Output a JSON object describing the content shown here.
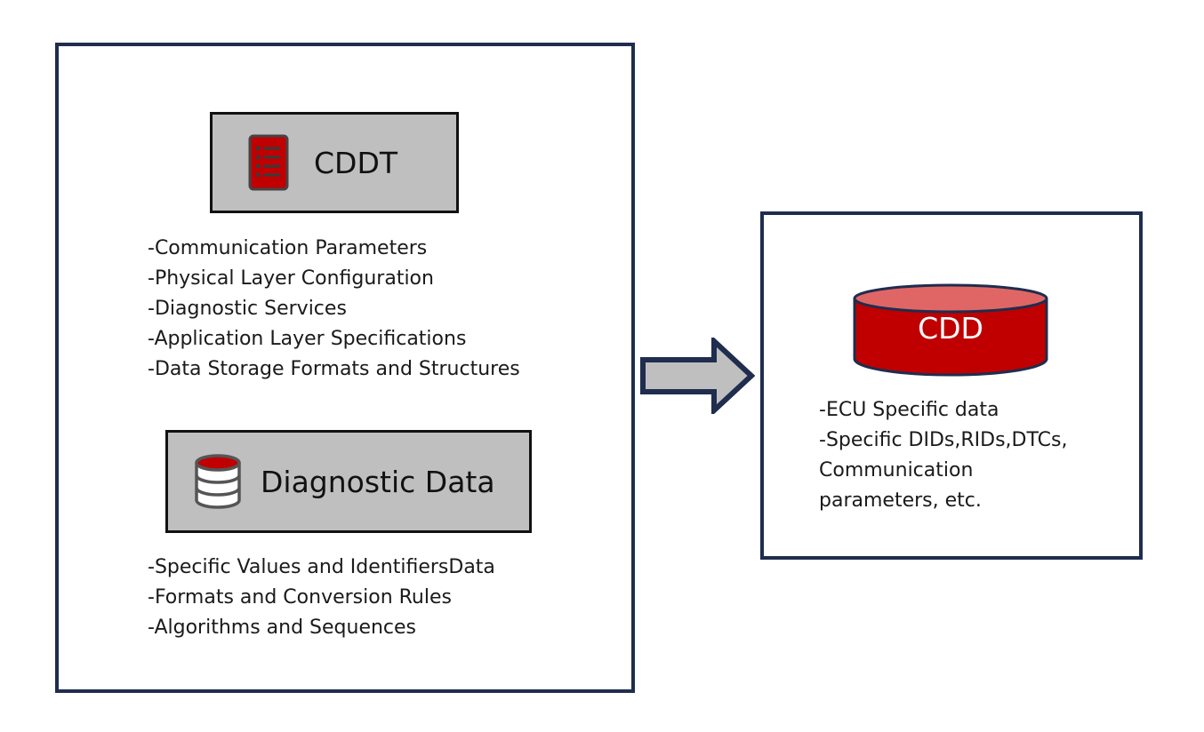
{
  "left_panel": {
    "cddt": {
      "title": "CDDT",
      "icon": "server-icon",
      "items": [
        "-Communication Parameters",
        "-Physical Layer Configuration",
        "-Diagnostic Services",
        "-Application Layer Specifications",
        "-Data Storage Formats and Structures"
      ]
    },
    "diagnostic_data": {
      "title": "Diagnostic Data",
      "icon": "database-icon",
      "items": [
        "-Specific Values and IdentifiersData",
        "-Formats and Conversion Rules",
        "-Algorithms and Sequences"
      ]
    }
  },
  "right_panel": {
    "cdd": {
      "title": "CDD",
      "icon": "cylinder-icon",
      "items": [
        "-ECU Specific data",
        "-Specific DIDs,RIDs,DTCs,",
        "Communication",
        "parameters, etc."
      ]
    }
  },
  "colors": {
    "frame_border": "#1f2d4e",
    "box_fill": "#bfbfbf",
    "accent_red": "#c00000",
    "accent_red_light": "#e06666"
  }
}
